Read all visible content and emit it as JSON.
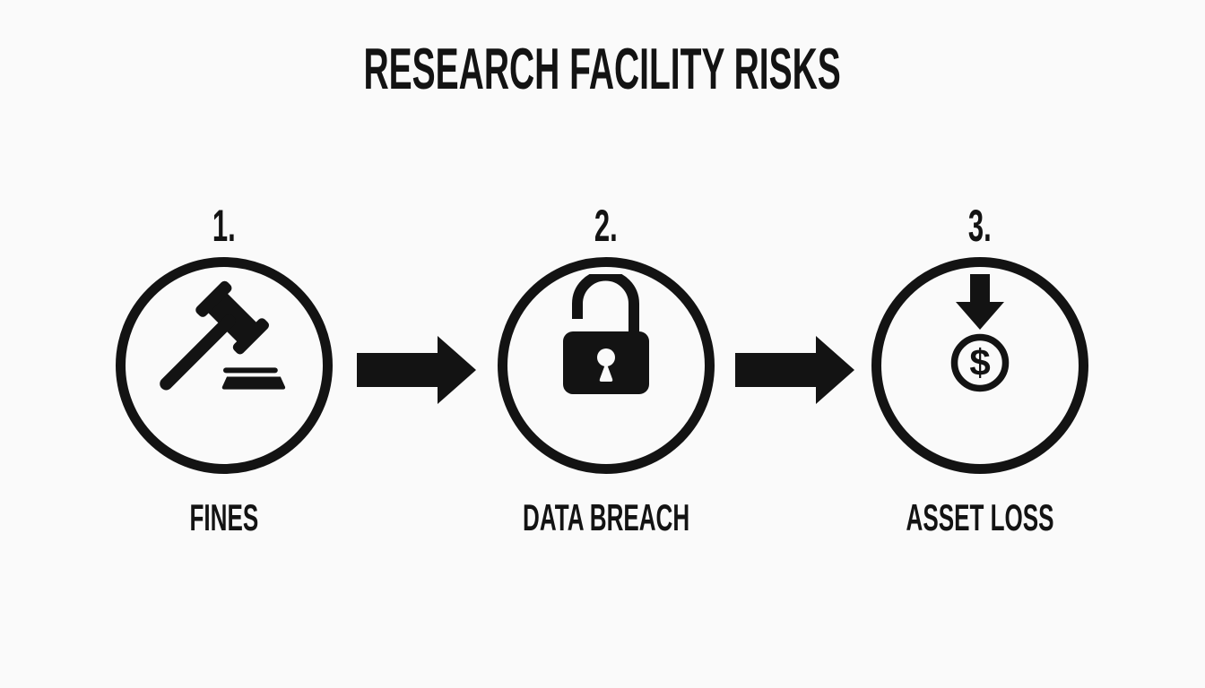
{
  "title": "RESEARCH FACILITY RISKS",
  "steps": [
    {
      "number": "1.",
      "label": "FINES",
      "icon": "gavel-icon"
    },
    {
      "number": "2.",
      "label": "DATA BREACH",
      "icon": "open-padlock-icon"
    },
    {
      "number": "3.",
      "label": "ASSET LOSS",
      "icon": "money-decrease-icon"
    }
  ],
  "connectors": [
    {
      "icon": "arrow-right-icon"
    },
    {
      "icon": "arrow-right-icon"
    }
  ],
  "icons": {
    "dollar_glyph": "$"
  },
  "colors": {
    "ink": "#131313",
    "background": "#fafafa"
  }
}
